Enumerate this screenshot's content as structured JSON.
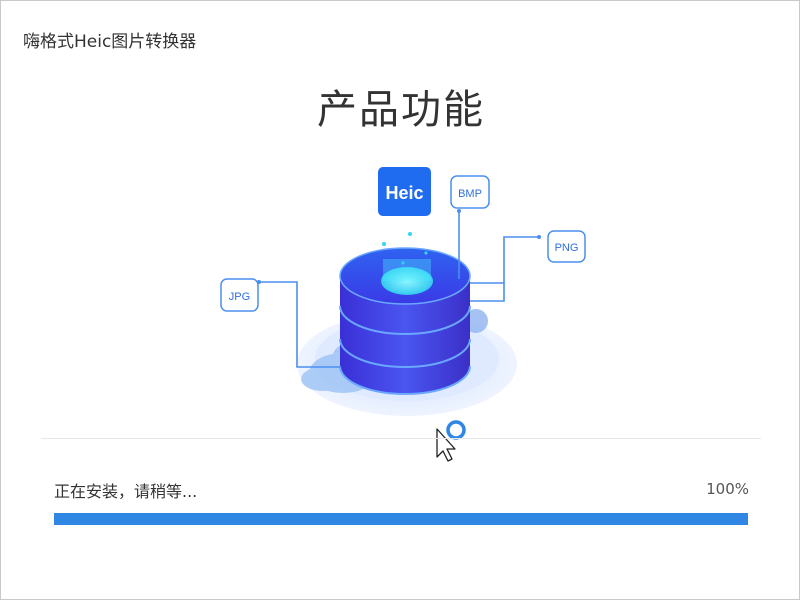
{
  "window": {
    "title": "嗨格式Heic图片转换器"
  },
  "main": {
    "heading": "产品功能"
  },
  "illustration": {
    "center_badge": "Heic",
    "formats": {
      "left": "JPG",
      "top_right": "BMP",
      "right": "PNG"
    }
  },
  "install": {
    "status": "正在安装，请稍等...",
    "progress_label": "100%",
    "progress_fraction": 1.0
  },
  "colors": {
    "accent": "#2f86e3",
    "badge": "#1f6cf0",
    "outline": "#4b8ff0"
  },
  "icons": [
    "mouse-cursor-icon",
    "loading-spinner-icon"
  ]
}
